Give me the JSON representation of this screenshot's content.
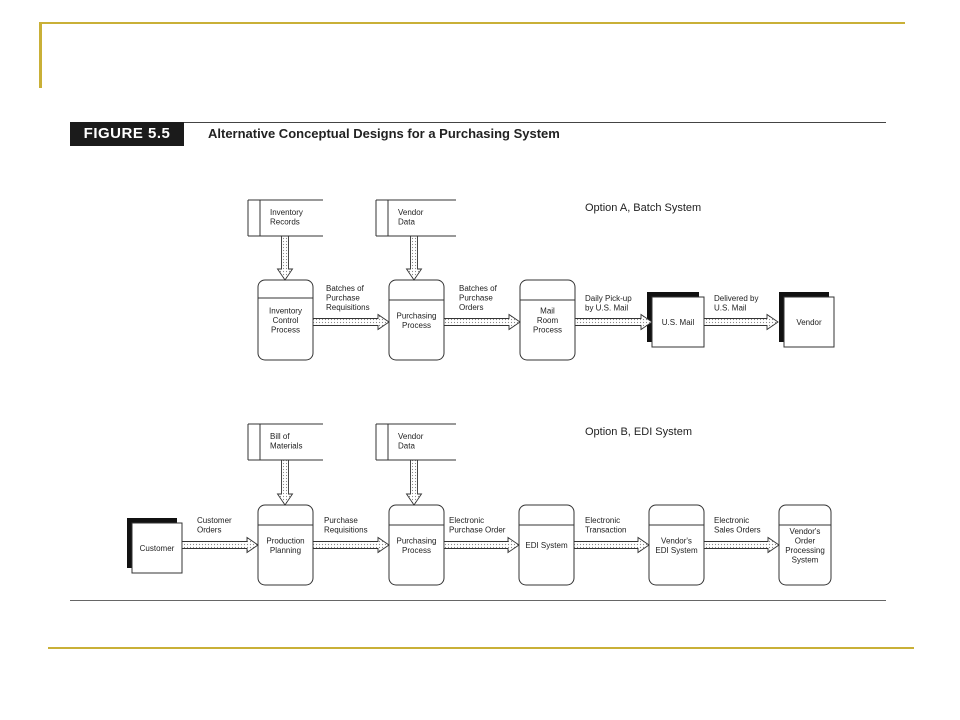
{
  "figure": {
    "label": "FIGURE 5.5",
    "title": "Alternative Conceptual Designs for a Purchasing System"
  },
  "colors": {
    "frame_accent": "#c9b037",
    "figure_label_bg": "#1b1b1b"
  },
  "option_a": {
    "title": "Option A, Batch System",
    "stores": [
      [
        "Inventory",
        "Records"
      ],
      [
        "Vendor",
        "Data"
      ]
    ],
    "processes": [
      [
        "Inventory",
        "Control",
        "Process"
      ],
      [
        "Purchasing",
        "Process"
      ],
      [
        "Mail",
        "Room",
        "Process"
      ]
    ],
    "entities": [
      [
        "U.S. Mail"
      ],
      [
        "Vendor"
      ]
    ],
    "flows": [
      [
        "Batches of",
        "Purchase",
        "Requisitions"
      ],
      [
        "Batches of",
        "Purchase",
        "Orders"
      ],
      [
        "Daily Pick-up",
        "by U.S. Mail"
      ],
      [
        "Delivered by",
        "U.S. Mail"
      ]
    ]
  },
  "option_b": {
    "title": "Option B, EDI System",
    "stores": [
      [
        "Bill of",
        "Materials"
      ],
      [
        "Vendor",
        "Data"
      ]
    ],
    "processes": [
      [
        "Production",
        "Planning"
      ],
      [
        "Purchasing",
        "Process"
      ],
      [
        "EDI System"
      ],
      [
        "Vendor's",
        "EDI System"
      ],
      [
        "Vendor's",
        "Order",
        "Processing",
        "System"
      ]
    ],
    "entities": [
      [
        "Customer"
      ]
    ],
    "flows": [
      [
        "Customer",
        "Orders"
      ],
      [
        "Purchase",
        "Requisitions"
      ],
      [
        "Electronic",
        "Purchase Order"
      ],
      [
        "Electronic",
        "Transaction"
      ],
      [
        "Electronic",
        "Sales Orders"
      ]
    ]
  }
}
